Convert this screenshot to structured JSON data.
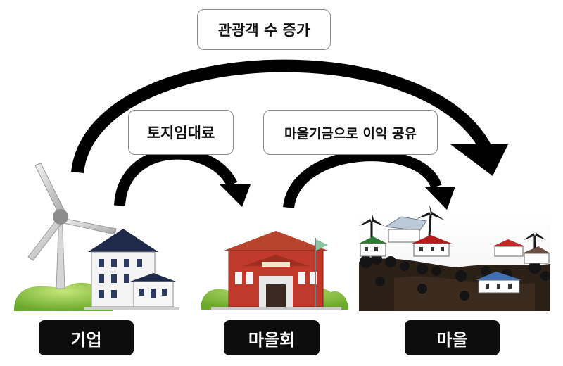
{
  "flows": {
    "top": "관광객 수 증가",
    "left": "토지임대료",
    "right": "마을기금으로 이익 공유"
  },
  "nodes": {
    "company": "기업",
    "council": "마을회",
    "village": "마을"
  },
  "icons": {
    "company": "wind-turbine-and-office-building",
    "council": "red-village-hall-building",
    "village": "village-painting"
  },
  "colors": {
    "arrow": "#000000",
    "label_bg": "#0d0d0d",
    "hall_red": "#c0392b",
    "grass": "#8cc63f"
  }
}
